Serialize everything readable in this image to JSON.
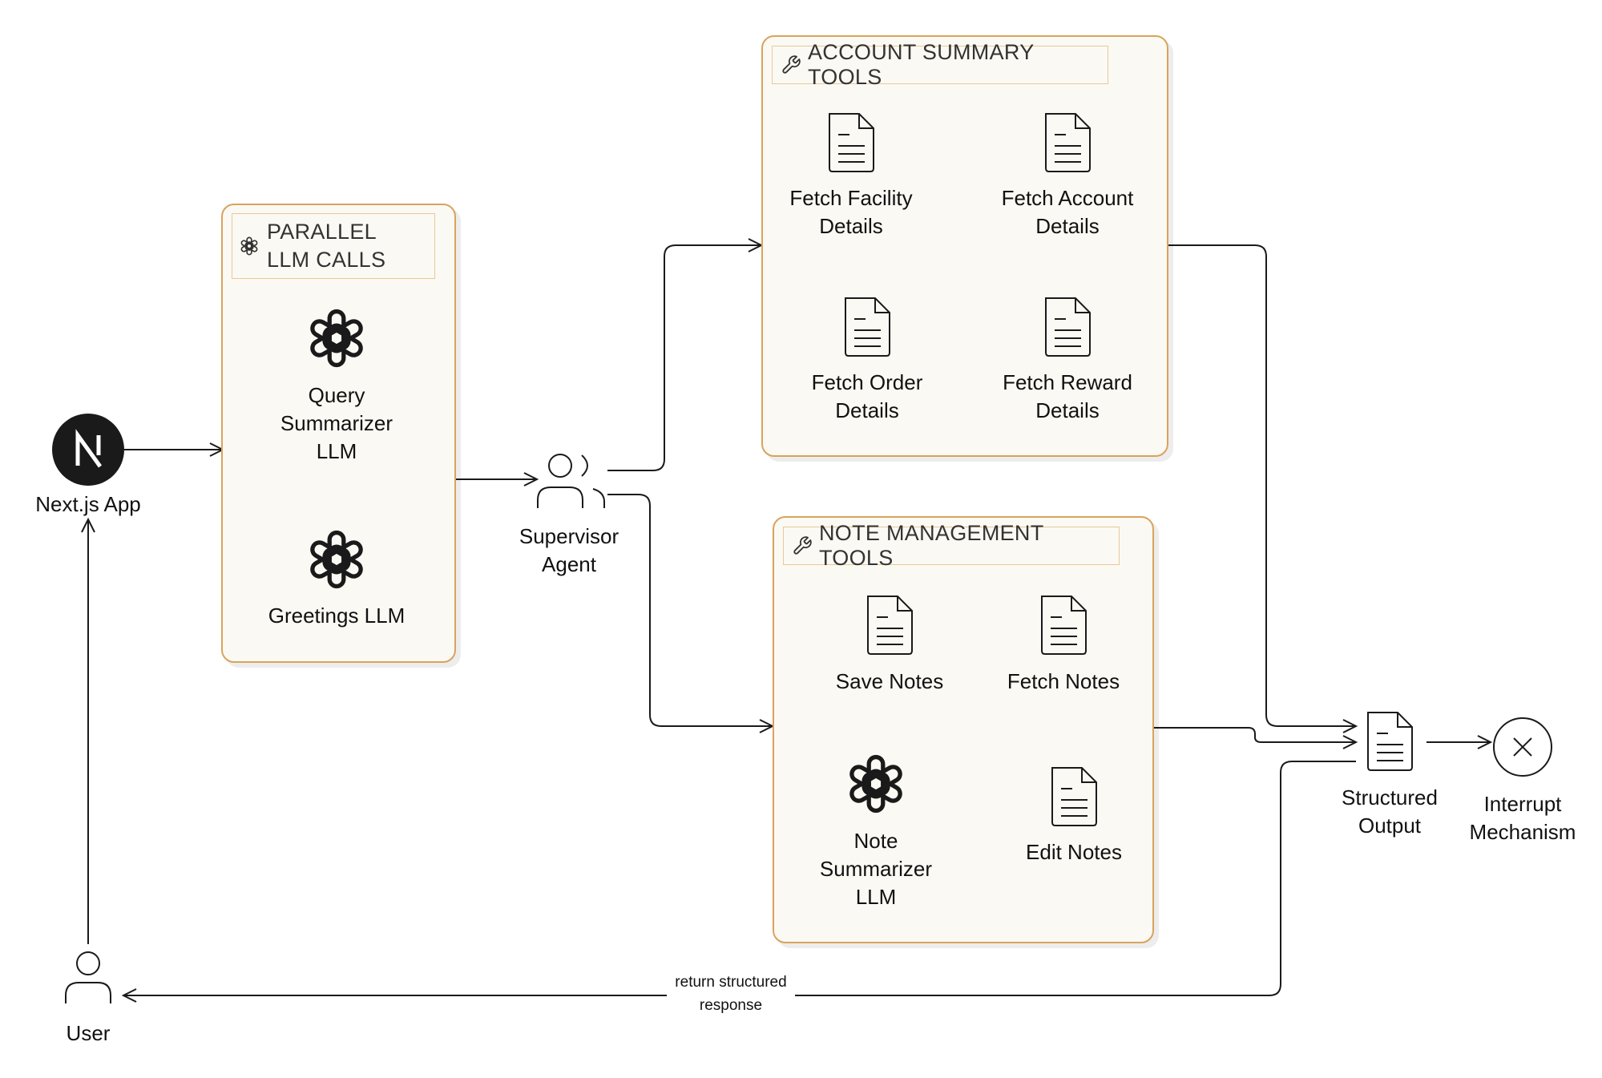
{
  "groups": {
    "parallel": {
      "title": "PARALLEL LLM CALLS"
    },
    "account": {
      "title": "ACCOUNT SUMMARY TOOLS"
    },
    "notes": {
      "title": "NOTE MANAGEMENT TOOLS"
    }
  },
  "nodes": {
    "nextjs": {
      "label": "Next.js App",
      "icon": "nextjs-logo-icon"
    },
    "user": {
      "label": "User",
      "icon": "user-icon"
    },
    "query_summarizer": {
      "label": "Query Summarizer LLM",
      "icon": "openai-logo-icon"
    },
    "greetings": {
      "label": "Greetings LLM",
      "icon": "openai-logo-icon"
    },
    "supervisor": {
      "label": "Supervisor Agent",
      "icon": "users-icon"
    },
    "fetch_facility": {
      "label": "Fetch Facility Details",
      "icon": "document-icon"
    },
    "fetch_account": {
      "label": "Fetch Account Details",
      "icon": "document-icon"
    },
    "fetch_order": {
      "label": "Fetch Order Details",
      "icon": "document-icon"
    },
    "fetch_reward": {
      "label": "Fetch Reward Details",
      "icon": "document-icon"
    },
    "save_notes": {
      "label": "Save Notes",
      "icon": "document-icon"
    },
    "fetch_notes": {
      "label": "Fetch Notes",
      "icon": "document-icon"
    },
    "note_summarizer": {
      "label": "Note Summarizer LLM",
      "icon": "openai-logo-icon"
    },
    "edit_notes": {
      "label": "Edit Notes",
      "icon": "document-icon"
    },
    "structured_output": {
      "label": "Structured Output",
      "icon": "document-icon"
    },
    "interrupt": {
      "label": "Interrupt Mechanism",
      "icon": "close-circle-icon"
    }
  },
  "edges": {
    "return_label": "return structured response"
  },
  "colors": {
    "group_border": "#d9a35c",
    "group_fill": "#fbf9f3",
    "stroke": "#1a1a1a"
  }
}
